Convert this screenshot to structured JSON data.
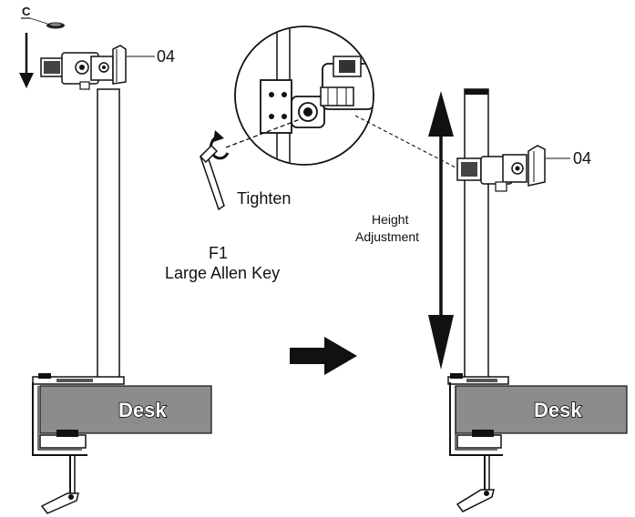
{
  "left_panel": {
    "part_letter": "C",
    "part_number": "04",
    "desk_label": "Desk"
  },
  "middle_panel": {
    "action_label": "Tighten",
    "tool_code": "F1",
    "tool_name": "Large Allen Key"
  },
  "right_panel": {
    "adjust_label_line1": "Height",
    "adjust_label_line2": "Adjustment",
    "part_number": "04",
    "desk_label": "Desk"
  },
  "colors": {
    "desk_fill": "#8c8c8c",
    "line": "#111111"
  },
  "icons": [
    "down-arrow-icon",
    "rotation-arrow-icon",
    "next-step-arrow-icon",
    "double-headed-arrow-icon"
  ]
}
